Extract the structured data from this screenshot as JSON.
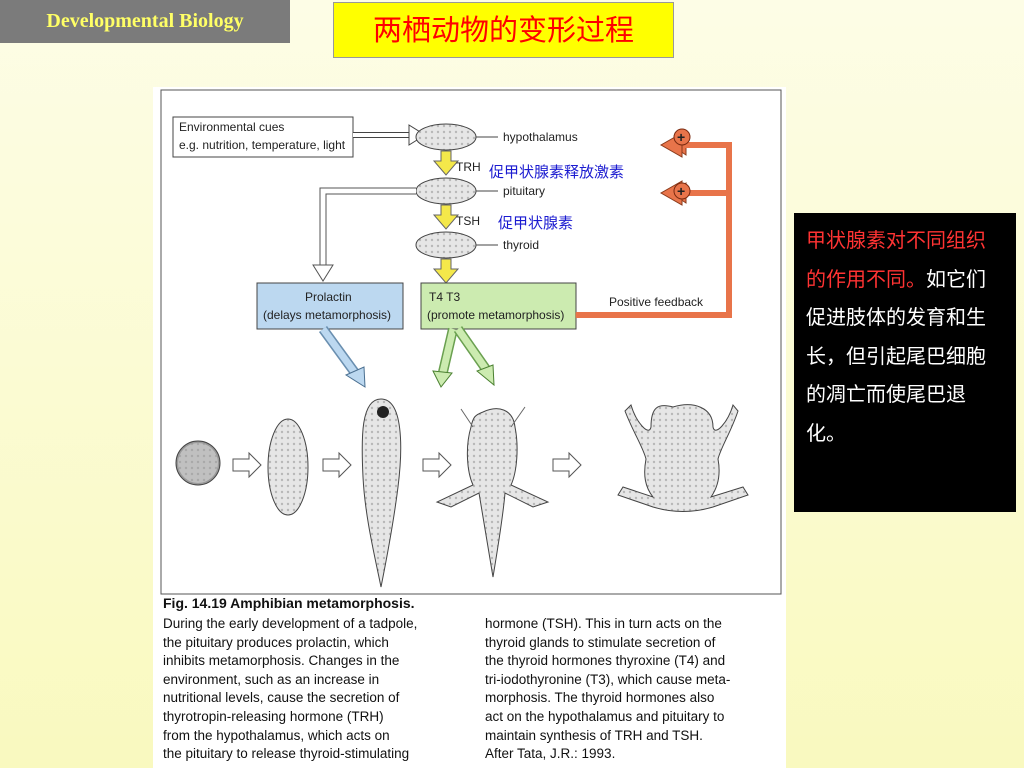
{
  "header": {
    "course_tag": "Developmental Biology",
    "title": "两栖动物的变形过程"
  },
  "diagram": {
    "env_cues_line1": "Environmental cues",
    "env_cues_line2": "e.g. nutrition, temperature, light",
    "hypothalamus": "hypothalamus",
    "pituitary": "pituitary",
    "thyroid": "thyroid",
    "trh": "TRH",
    "tsh": "TSH",
    "trh_cn": "促甲状腺素释放激素",
    "tsh_cn": "促甲状腺素",
    "prolactin_line1": "Prolactin",
    "prolactin_line2": "(delays metamorphosis)",
    "t4t3_line1": "T4 T3",
    "t4t3_line2": "(promote metamorphosis)",
    "positive_feedback": "Positive feedback",
    "plus": "+"
  },
  "caption": {
    "title": "Fig. 14.19  Amphibian metamorphosis.",
    "left": "During the early development of a tadpole,\nthe pituitary produces prolactin, which\ninhibits metamorphosis. Changes in the\nenvironment, such as an increase in\nnutritional levels, cause the secretion of\nthyrotropin-releasing hormone (TRH)\nfrom the hypothalamus, which acts on\nthe pituitary to release thyroid-stimulating",
    "right": "hormone (TSH). This in turn acts on the\nthyroid glands to stimulate secretion of\nthe thyroid hormones thyroxine (T4) and\ntri-iodothyronine (T3), which cause meta-\nmorphosis. The thyroid hormones also\nact on the hypothalamus and pituitary to\nmaintain synthesis of TRH and TSH.\nAfter Tata, J.R.: 1993."
  },
  "note": {
    "red_text": "甲状腺素对不同组织的作用不同。",
    "white_text": "如它们促进肢体的发育和生长，但引起尾巴细胞的凋亡而使尾巴退化。"
  },
  "colors": {
    "title_bg": "#ffff00",
    "title_text": "#ff0000",
    "feedback": "#e8744a",
    "prolactin_box": "#bcd8f0",
    "t4t3_box": "#ccebb0"
  }
}
